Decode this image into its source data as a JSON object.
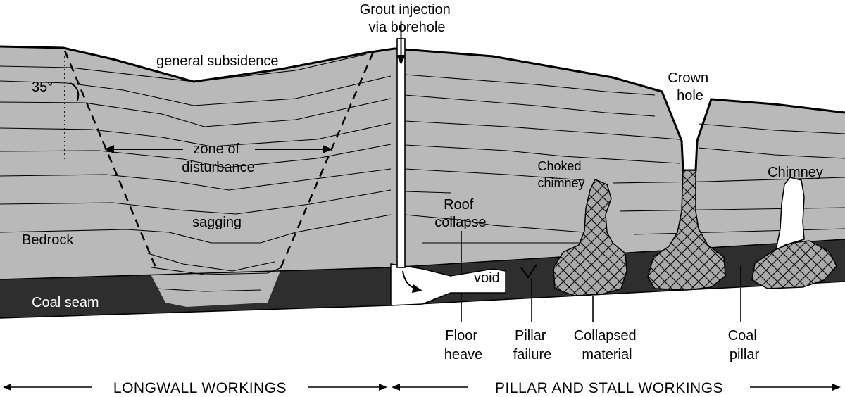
{
  "labels": {
    "grout": [
      "Grout injection",
      "via borehole"
    ],
    "general_subsidence": "general subsidence",
    "angle": "35°",
    "zone": [
      "zone of",
      "disturbance"
    ],
    "sagging": "sagging",
    "bedrock": "Bedrock",
    "coal_seam": "Coal seam",
    "crown_hole": [
      "Crown",
      "hole"
    ],
    "choked_chimney": [
      "Choked",
      "chimney"
    ],
    "chimney": "Chimney",
    "roof_collapse": [
      "Roof",
      "collapse"
    ],
    "void": "void",
    "floor_heave": [
      "Floor",
      "heave"
    ],
    "pillar_failure": [
      "Pillar",
      "failure"
    ],
    "collapsed_material": [
      "Collapsed",
      "material"
    ],
    "coal_pillar": [
      "Coal",
      "pillar"
    ]
  },
  "sections": {
    "longwall": "LONGWALL WORKINGS",
    "pillar_stall": "PILLAR AND STALL WORKINGS"
  },
  "colors": {
    "rock": "#b9b9b9",
    "coal": "#2e2e2e",
    "collapsed": "#a9a9a9",
    "void": "#ffffff"
  }
}
